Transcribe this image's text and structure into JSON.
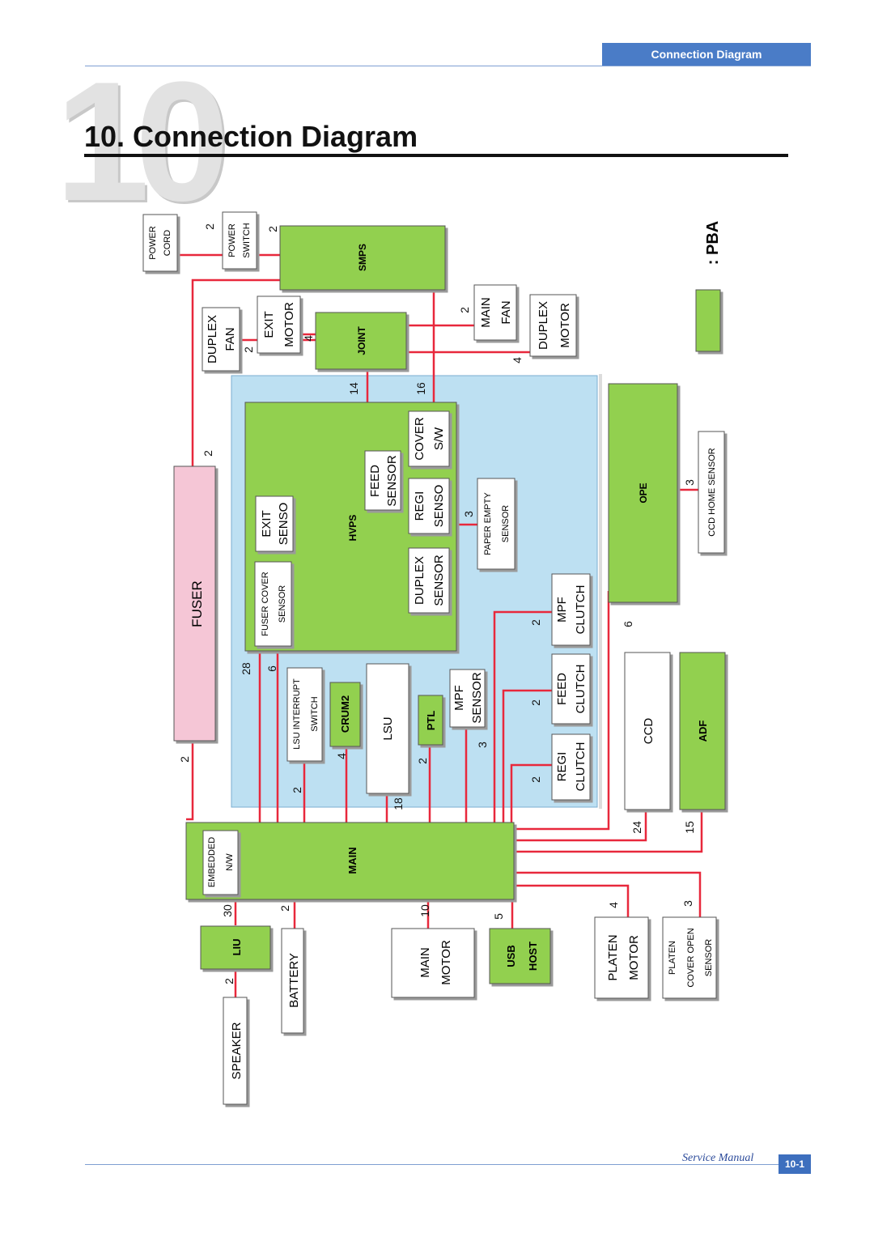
{
  "header": {
    "tab_label": "Connection Diagram",
    "chapter_number": "10"
  },
  "title": "10. Connection Diagram",
  "legend": {
    "label": ": PBA",
    "pba_color": "#92d050"
  },
  "colors": {
    "pba": "#92d050",
    "hvps_area": "#bde0f2",
    "fuser": "#f5c6d6",
    "wire": "#e8283c",
    "plain": "#ffffff"
  },
  "boxes": {
    "power_cord": [
      "POWER",
      "CORD"
    ],
    "power_switch": [
      "POWER",
      "SWITCH"
    ],
    "smps": "SMPS",
    "duplex_fan": [
      "DUPLEX",
      "FAN"
    ],
    "exit_motor": [
      "EXIT",
      "MOTOR"
    ],
    "joint": "JOINT",
    "main_fan": [
      "MAIN",
      "FAN"
    ],
    "duplex_motor": [
      "DUPLEX",
      "MOTOR"
    ],
    "fuser": "FUSER",
    "hvps": "HVPS",
    "exit_senso": [
      "EXIT",
      "SENSO"
    ],
    "feed_sensor": [
      "FEED",
      "SENSOR"
    ],
    "cover_sw": [
      "COVER",
      "S/W"
    ],
    "regi_senso": [
      "REGI",
      "SENSO"
    ],
    "duplex_sensor": [
      "DUPLEX",
      "SENSOR"
    ],
    "fuser_cover_sensor": [
      "FUSER COVER",
      "SENSOR"
    ],
    "paper_empty_sensor": [
      "PAPER EMPTY",
      "SENSOR"
    ],
    "ope": "OPE",
    "ccd_home_sensor": "CCD HOME SENSOR",
    "mpf_clutch": [
      "MPF",
      "CLUTCH"
    ],
    "feed_clutch": [
      "FEED",
      "CLUTCH"
    ],
    "regi_clutch": [
      "REGI",
      "CLUTCH"
    ],
    "lsu_interrupt_switch": [
      "LSU INTERRUPT",
      "SWITCH"
    ],
    "crum2": "CRUM2",
    "lsu": "LSU",
    "ptl": "PTL",
    "mpf_sensor": [
      "MPF",
      "SENSOR"
    ],
    "ccd": "CCD",
    "adf": "ADF",
    "main": "MAIN",
    "embedded_nw": [
      "EMBEDDED",
      "N/W"
    ],
    "liu": "LIU",
    "battery": "BATTERY",
    "speaker": "SPEAKER",
    "main_motor": [
      "MAIN",
      "MOTOR"
    ],
    "usb_host": [
      "USB",
      "HOST"
    ],
    "platen_motor": [
      "PLATEN",
      "MOTOR"
    ],
    "platen_cover_open_sensor": [
      "PLATEN",
      "COVER OPEN",
      "SENSOR"
    ]
  },
  "pins": {
    "power_cord": "2",
    "power_switch": "2",
    "duplex_fan": "2",
    "exit_motor": "4",
    "main_fan": "2",
    "duplex_motor": "4",
    "joint_left": "14",
    "joint_right": "16",
    "fuser_top": "2",
    "fuser_bottom": "2",
    "paper_empty": "3",
    "ope_ccd_home": "3",
    "ope_main": "6",
    "mpf_clutch": "2",
    "feed_clutch": "2",
    "regi_clutch": "2",
    "hvps_28": "28",
    "hvps_6": "6",
    "lsu_int": "2",
    "crum2": "4",
    "lsu": "18",
    "ptl": "2",
    "mpf_sensor": "3",
    "ccd": "24",
    "adf": "15",
    "liu": "30",
    "battery": "2",
    "speaker": "2",
    "main_motor": "10",
    "usb_host": "5",
    "platen_motor": "4",
    "platen_cover": "3"
  },
  "footer": {
    "manual": "Service Manual",
    "page": "10-1"
  }
}
